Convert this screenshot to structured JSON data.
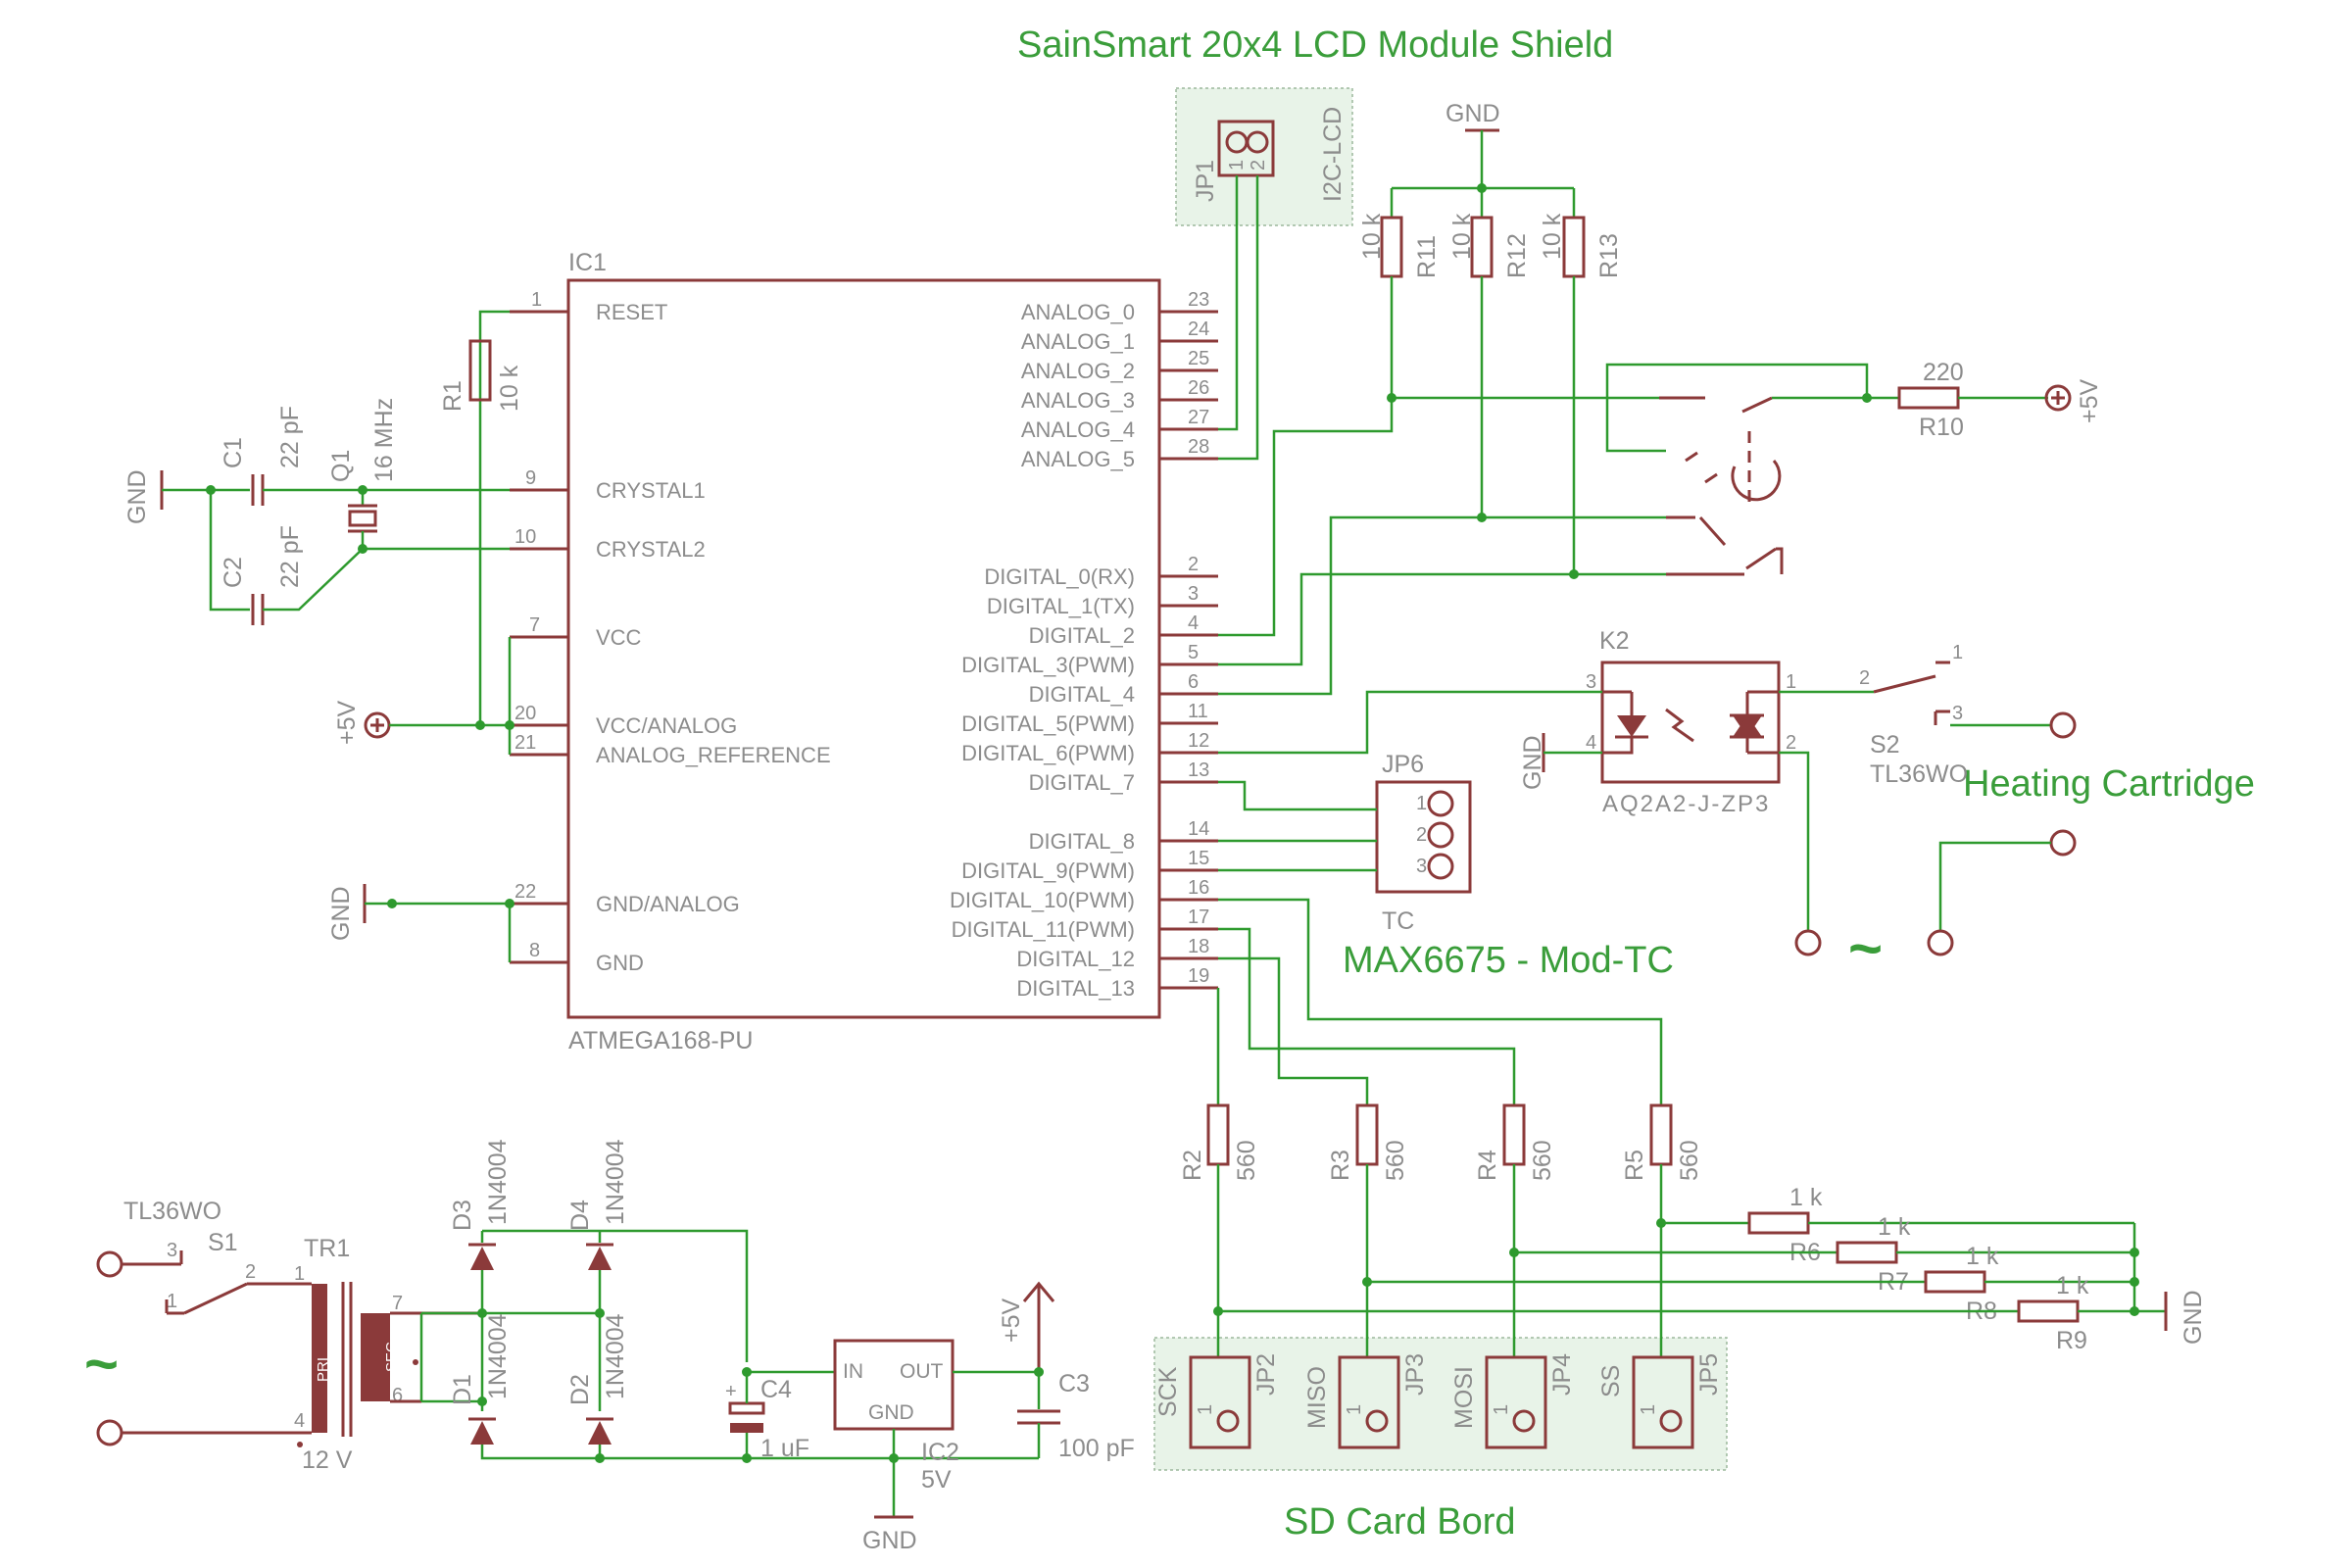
{
  "titles": {
    "lcd": "SainSmart 20x4 LCD Module Shield",
    "heating": "Heating Cartridge",
    "max": "MAX6675 - Mod-TC",
    "sd": "SD Card Bord",
    "tilde_heat": "~",
    "tilde_power": "~"
  },
  "ic1": {
    "ref": "IC1",
    "part": "ATMEGA168-PU",
    "left_pins": [
      {
        "num": "1",
        "name": "RESET"
      },
      {
        "num": "9",
        "name": "CRYSTAL1"
      },
      {
        "num": "10",
        "name": "CRYSTAL2"
      },
      {
        "num": "7",
        "name": "VCC"
      },
      {
        "num": "20",
        "name": "VCC/ANALOG"
      },
      {
        "num": "21",
        "name": "ANALOG_REFERENCE"
      },
      {
        "num": "22",
        "name": "GND/ANALOG"
      },
      {
        "num": "8",
        "name": "GND"
      }
    ],
    "right_pins": [
      {
        "num": "23",
        "name": "ANALOG_0"
      },
      {
        "num": "24",
        "name": "ANALOG_1"
      },
      {
        "num": "25",
        "name": "ANALOG_2"
      },
      {
        "num": "26",
        "name": "ANALOG_3"
      },
      {
        "num": "27",
        "name": "ANALOG_4"
      },
      {
        "num": "28",
        "name": "ANALOG_5"
      },
      {
        "num": "2",
        "name": "DIGITAL_0(RX)"
      },
      {
        "num": "3",
        "name": "DIGITAL_1(TX)"
      },
      {
        "num": "4",
        "name": "DIGITAL_2"
      },
      {
        "num": "5",
        "name": "DIGITAL_3(PWM)"
      },
      {
        "num": "6",
        "name": "DIGITAL_4"
      },
      {
        "num": "11",
        "name": "DIGITAL_5(PWM)"
      },
      {
        "num": "12",
        "name": "DIGITAL_6(PWM)"
      },
      {
        "num": "13",
        "name": "DIGITAL_7"
      },
      {
        "num": "14",
        "name": "DIGITAL_8"
      },
      {
        "num": "15",
        "name": "DIGITAL_9(PWM)"
      },
      {
        "num": "16",
        "name": "DIGITAL_10(PWM)"
      },
      {
        "num": "17",
        "name": "DIGITAL_11(PWM)"
      },
      {
        "num": "18",
        "name": "DIGITAL_12"
      },
      {
        "num": "19",
        "name": "DIGITAL_13"
      }
    ]
  },
  "labels": {
    "gnd": "GND",
    "vplus": "+5V",
    "r1": "R1",
    "r1v": "10 k",
    "c1": "C1",
    "c1v": "22 pF",
    "c2": "C2",
    "c2v": "22 pF",
    "q1": "Q1",
    "q1v": "16 MHz",
    "jp1": "JP1",
    "jp1v": "I2C-LCD",
    "jp1p1": "1",
    "jp1p2": "2",
    "r11": "R11",
    "r12": "R12",
    "r13": "R13",
    "r10k": "10 k",
    "r10": "R10",
    "r10v": "220",
    "k2": "K2",
    "k2v": "AQ2A2-J-ZP3",
    "k2p1": "1",
    "k2p2": "2",
    "k2p3": "3",
    "k2p4": "4",
    "s2": "S2",
    "s2v": "TL36WO",
    "s2p1": "1",
    "s2p2": "2",
    "s2p3": "3",
    "jp6": "JP6",
    "jp6v": "TC",
    "jp6p1": "1",
    "jp6p2": "2",
    "jp6p3": "3",
    "r2": "R2",
    "r3": "R3",
    "r4": "R4",
    "r5": "R5",
    "r560": "560",
    "r6": "R6",
    "r7": "R7",
    "r8": "R8",
    "r9": "R9",
    "r1k": "1 k",
    "sck": "SCK",
    "miso": "MISO",
    "mosi": "MOSI",
    "ss": "SS",
    "jp2": "JP2",
    "jp3": "JP3",
    "jp4": "JP4",
    "jp5": "JP5",
    "pin1": "1",
    "s1v": "TL36WO",
    "s1": "S1",
    "s1p1": "1",
    "s1p2": "2",
    "s1p3": "3",
    "tr1": "TR1",
    "tr1v": "12 V",
    "pri": "PRI",
    "sec": "SEC",
    "tr1p1": "1",
    "tr1p4": "4",
    "tr1p6": "6",
    "tr1p7": "7",
    "d1": "D1",
    "d2": "D2",
    "d3": "D3",
    "d4": "D4",
    "dv": "1N4004",
    "c4": "C4",
    "c4v": "1 uF",
    "c4plus": "+",
    "ic2": "IC2",
    "ic2v": "5V",
    "ic2in": "IN",
    "ic2out": "OUT",
    "ic2gnd": "GND",
    "c3": "C3",
    "c3v": "100 pF"
  }
}
